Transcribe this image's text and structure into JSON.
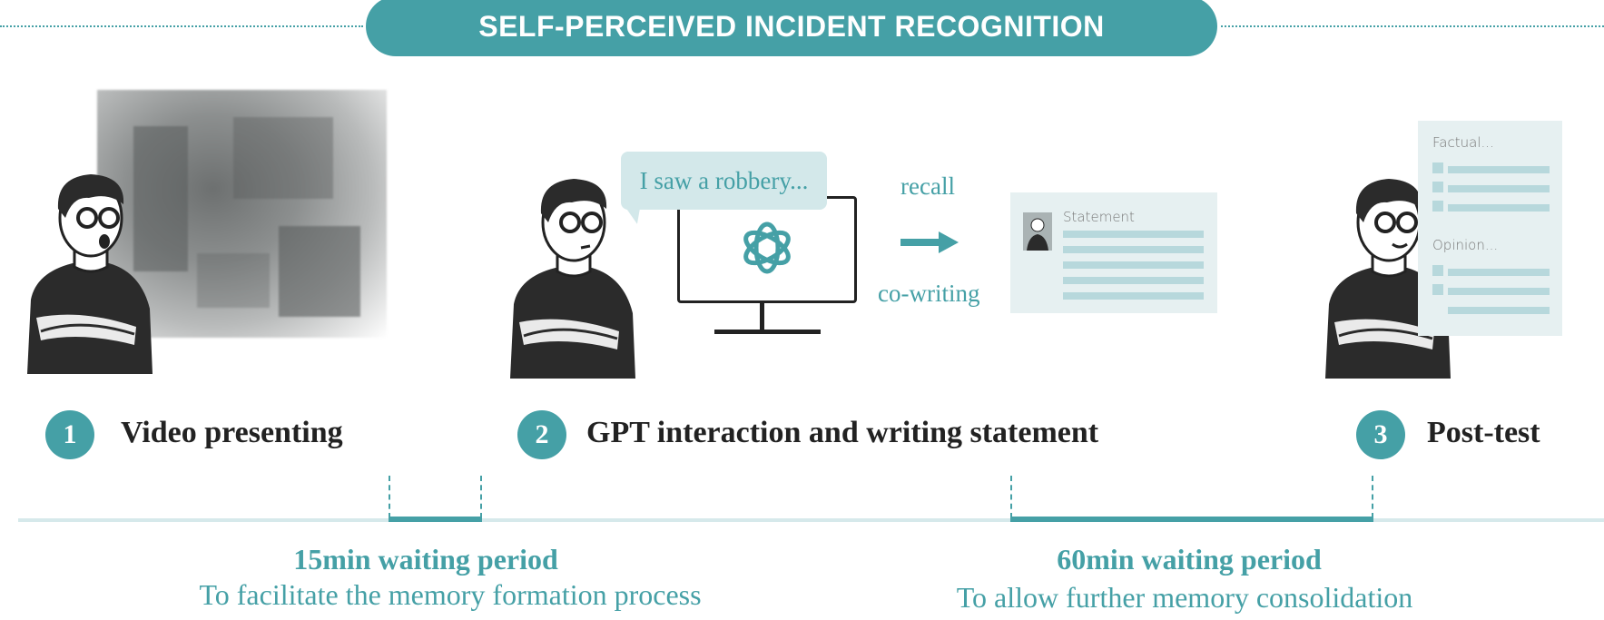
{
  "title": "SELF-PERCEIVED INCIDENT RECOGNITION",
  "stage2": {
    "bubble_text": "I saw a robbery...",
    "recall_label": "recall",
    "cowriting_label": "co-writing",
    "statement_card_title": "Statement"
  },
  "stage3": {
    "factual_label": "Factual...",
    "opinion_label": "Opinion..."
  },
  "steps": [
    {
      "number": "1",
      "label": "Video presenting"
    },
    {
      "number": "2",
      "label": "GPT interaction and writing statement"
    },
    {
      "number": "3",
      "label": "Post-test"
    }
  ],
  "waits": [
    {
      "title": "15min waiting period",
      "subtitle": "To facilitate the memory formation process"
    },
    {
      "title": "60min waiting period",
      "subtitle": "To allow further memory consolidation"
    }
  ],
  "colors": {
    "accent": "#45a0a6",
    "light": "#b7d8dc",
    "card": "#e6f0f1"
  }
}
